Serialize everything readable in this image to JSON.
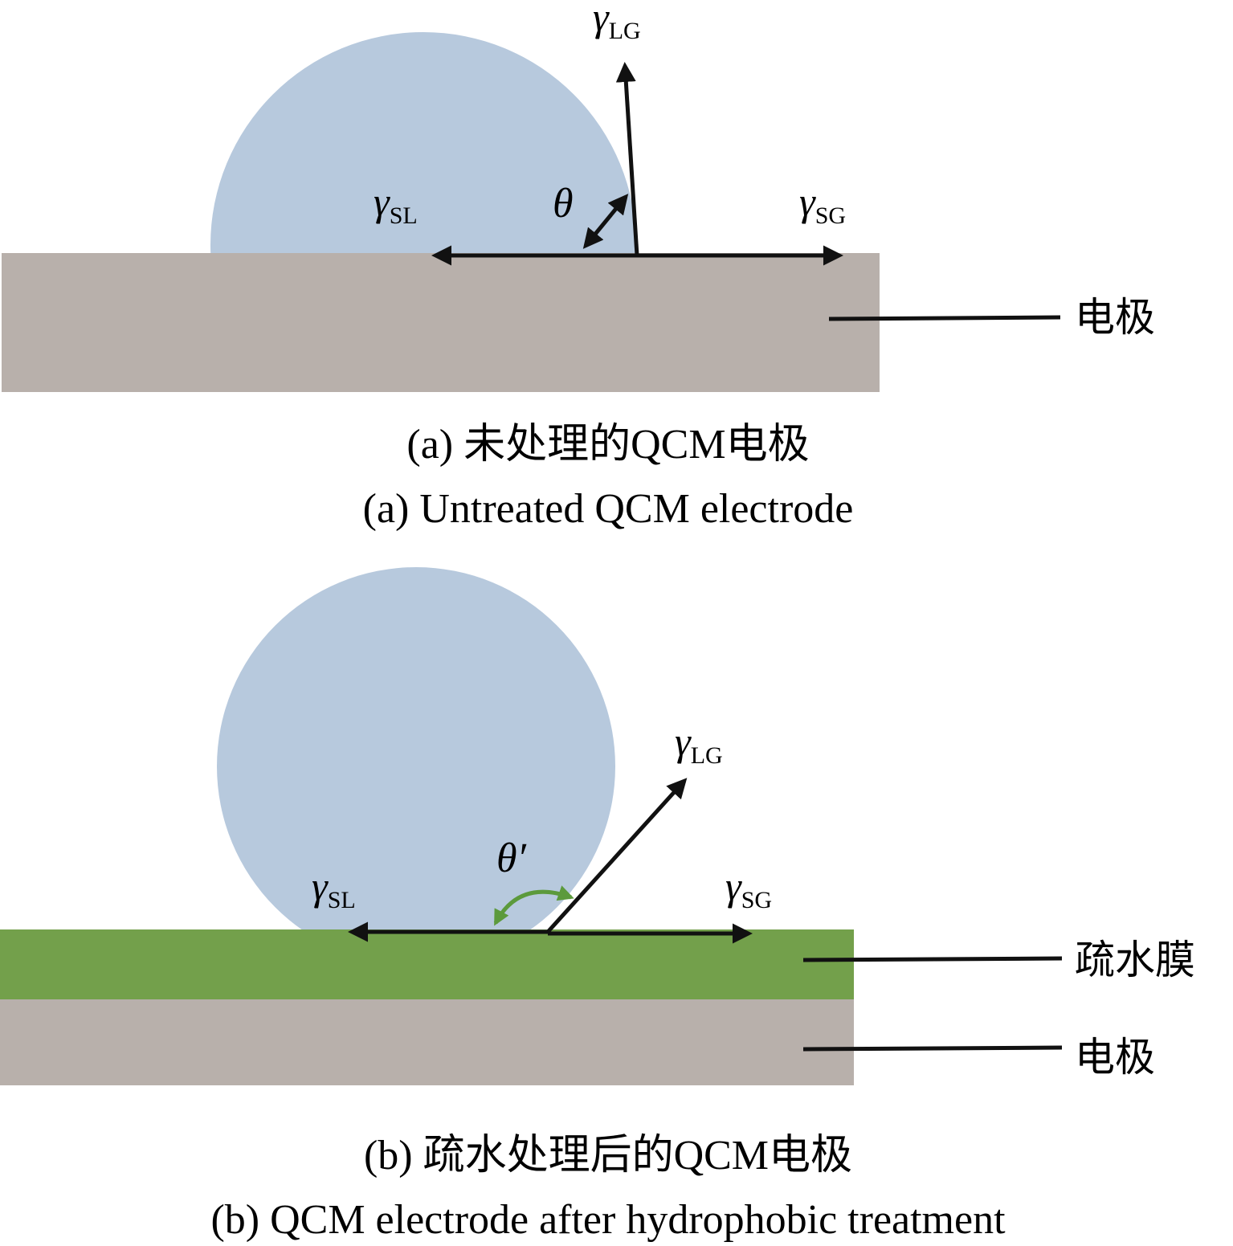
{
  "colors": {
    "droplet": "#b7c9dd",
    "electrode": "#b8b0ab",
    "film": "#73a04b",
    "arrow": "#111111",
    "angle_arrow_b": "#5c9a3c"
  },
  "panel_a": {
    "gamma_lg": {
      "symbol": "γ",
      "sub": "LG"
    },
    "gamma_sl": {
      "symbol": "γ",
      "sub": "SL"
    },
    "gamma_sg": {
      "symbol": "γ",
      "sub": "SG"
    },
    "theta": "θ",
    "electrode_label": "电极",
    "caption_zh": "(a) 未处理的QCM电极",
    "caption_en": "(a) Untreated QCM electrode"
  },
  "panel_b": {
    "gamma_lg": {
      "symbol": "γ",
      "sub": "LG"
    },
    "gamma_sl": {
      "symbol": "γ",
      "sub": "SL"
    },
    "gamma_sg": {
      "symbol": "γ",
      "sub": "SG"
    },
    "theta": "θ′",
    "film_label": "疏水膜",
    "electrode_label": "电极",
    "caption_zh": "(b) 疏水处理后的QCM电极",
    "caption_en": "(b) QCM electrode after hydrophobic treatment"
  }
}
